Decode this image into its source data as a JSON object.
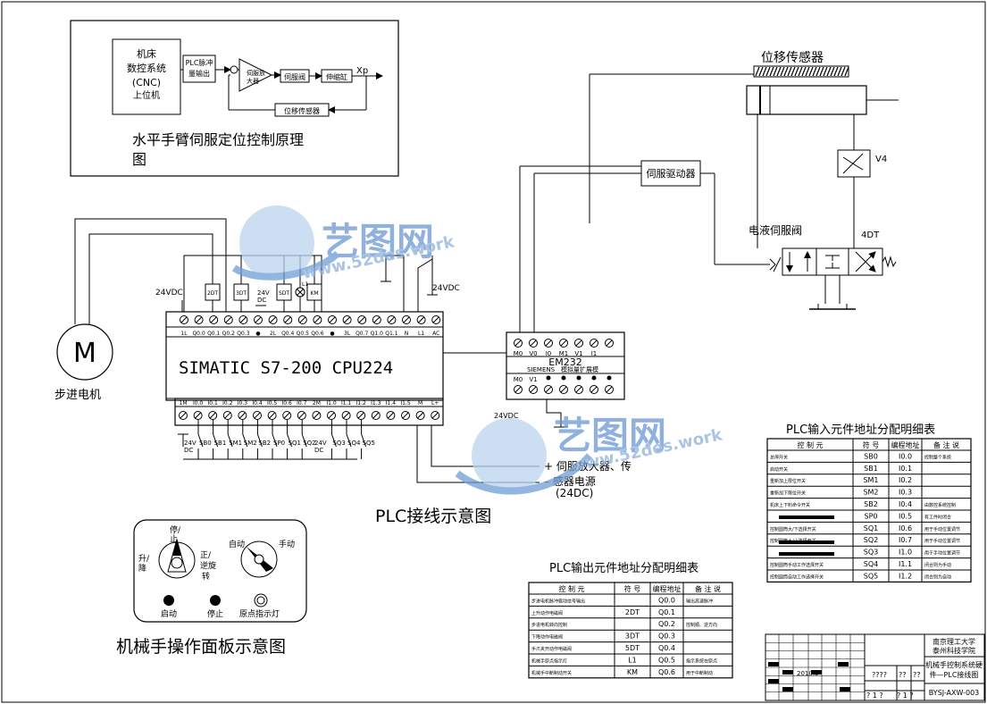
{
  "principle": {
    "title_line1": "水平手臂伺服定位控制原理",
    "title_line2": "图",
    "cnc_l1": "机床",
    "cnc_l2": "数控系统",
    "cnc_l3": "(CNC)",
    "cnc_l4": "上位机",
    "plc_l1": "PLC脉冲",
    "plc_l2": "量输出",
    "amp_l1": "伺服放",
    "amp_l2": "大器",
    "valve": "伺服阀",
    "cylinder": "伸缩缸",
    "sensor": "位移传感器",
    "xp": "Xp"
  },
  "hydraulic": {
    "sensor_title": "位移传感器",
    "driver": "伺服驱动器",
    "v4": "V4",
    "servo_valve": "电液伺服阀",
    "dt4": "4DT"
  },
  "wiring": {
    "plc_name": "SIMATIC  S7-200  CPU224",
    "motor_symbol": "M",
    "motor_label": "步进电机",
    "em_name": "EM232",
    "em_brand": "SIEMENS",
    "em_desc": "模拟量扩展模",
    "v24_a": "24VDC",
    "v24_b": "24VDC",
    "v24_c": "24VDC",
    "coils": [
      "2DT",
      "3DT",
      "SDT",
      "KM"
    ],
    "lamp": "L1",
    "dc24": [
      "24V",
      "DC"
    ],
    "top_terminals": [
      "1L",
      "Q0.0",
      "Q0.1",
      "Q0.2",
      "Q0.3",
      "●",
      "2L",
      "Q0.4",
      "Q0.5",
      "Q0.6",
      "●",
      "3L",
      "Q0.7",
      "Q1.0",
      "Q1.1",
      "N",
      "L1",
      "AC"
    ],
    "bottom_terminals": [
      "1M",
      "I0.0",
      "I0.1",
      "I0.2",
      "I0.3",
      "I0.4",
      "I0.5",
      "I0.6",
      "I0.7",
      "2M",
      "I1.0",
      "I1.1",
      "I1.2",
      "I1.3",
      "I1.4",
      "I1.5",
      "M",
      "L+"
    ],
    "em_top": [
      "M0",
      "V0",
      "I0",
      "M1",
      "V1",
      "I1"
    ],
    "em_bottom": [
      "M0",
      "V1"
    ],
    "switches_a": [
      "SB0",
      "SB1",
      "SM1",
      "SM2",
      "SB2",
      "SP0",
      "SQ1",
      "SQ2"
    ],
    "switches_b": [
      "SQ3",
      "SQ4",
      "SQ5"
    ],
    "amp_note_1": "+ 伺服放大器、传",
    "amp_note_2": "– 感器电源",
    "amp_note_3": "(24DC)",
    "caption": "PLC接线示意图"
  },
  "panel": {
    "s_lift": "升/",
    "s_lower": "降",
    "s_stop": "停/",
    "s_stop2": "止",
    "s_fwd": "正/",
    "s_rev": "逆旋",
    "s_rot": "转",
    "auto": "自动",
    "manual": "手动",
    "start": "启动",
    "stop": "停止",
    "origin": "原点指示灯",
    "caption": "机械手操作面板示意图"
  },
  "input_table": {
    "title": "PLC输入元件地址分配明细表",
    "headers": [
      "控 制 元",
      "符 号",
      "编程地址",
      "备 注 说"
    ],
    "rows": [
      [
        "总停开关",
        "SB0",
        "I0.0",
        "控制整个系统"
      ],
      [
        "启动开关",
        "SB1",
        "I0.1",
        ""
      ],
      [
        "重新加上限位开关",
        "SM1",
        "I0.2",
        ""
      ],
      [
        "重新加下限位开关",
        "SM2",
        "I0.3",
        ""
      ],
      [
        "机床上下料命令开关",
        "SB2",
        "I0.4",
        "由数控系统控制"
      ],
      [
        "",
        "SP0",
        "I0.5",
        "有工件时闭合"
      ],
      [
        "控制圆筒大/下选择开关",
        "SQ1",
        "I0.6",
        "用于手动位置调节"
      ],
      [
        "控制圆筒大/小选择开关",
        "SQ2",
        "I0.7",
        "用于手动位置调节"
      ],
      [
        "",
        "SQ3",
        "I1.0",
        "用于手动位置调节"
      ],
      [
        "控制圆筒手动工作选择开关",
        "SQ4",
        "I1.1",
        "闭合则为手动"
      ],
      [
        "控制圆筒自动工作选择开关",
        "SQ5",
        "I1.2",
        "闭合则为自动"
      ]
    ]
  },
  "output_table": {
    "title": "PLC输出元件地址分配明细表",
    "headers": [
      "控 制 元",
      "符 号",
      "编程地址",
      "备 注 说"
    ],
    "rows": [
      [
        "步进电机脉冲驱动信号输出",
        "",
        "Q0.0",
        "输出高速脉冲"
      ],
      [
        "上升动作电磁阀",
        "2DT",
        "Q0.1",
        ""
      ],
      [
        "步进电机转向控制",
        "",
        "Q0.2",
        "控制顺、逆方向"
      ],
      [
        "下降动作电磁阀",
        "3DT",
        "Q0.3",
        ""
      ],
      [
        "手爪夹开动作电磁阀",
        "5DT",
        "Q0.4",
        ""
      ],
      [
        "机械手原点指示灯",
        "L1",
        "Q0.5",
        "指示系统在原点"
      ],
      [
        "机械手中断制动开关",
        "KM",
        "Q0.6",
        "用于中断制动"
      ]
    ]
  },
  "title_block": {
    "school_1": "南京理工大学",
    "school_2": "泰州科技学院",
    "drawing_1": "机械手控制系统硬",
    "drawing_2": "件—PLC接线图",
    "date": "2010.3",
    "q1": "????",
    "q2": "??",
    "q3": "??",
    "q4": "? 1 ?",
    "q5": "? 1 ?",
    "code": "BYSJ-AXW-003"
  },
  "watermark": {
    "brand": "艺图网",
    "url": "www.52des.work"
  }
}
